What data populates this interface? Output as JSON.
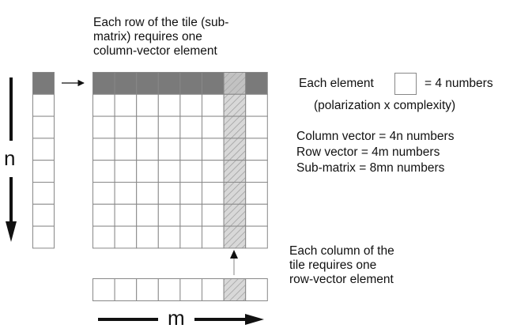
{
  "labels": {
    "row_note": "Each row of the tile (sub-\nmatrix) requires one\ncolumn-vector element",
    "element_prefix": "Each element",
    "element_suffix": "= 4 numbers",
    "element_note": "(polarization x complexity)",
    "col_vector": "Column vector = 4n numbers",
    "row_vector": "Row vector = 4m numbers",
    "sub_matrix": "Sub-matrix = 8mn numbers",
    "col_note": "Each column of the\ntile requires one\nrow-vector element",
    "n_axis": "n",
    "m_axis": "m"
  },
  "grid": {
    "columns": 8,
    "rows": 8,
    "column_vector_cells": 8,
    "row_vector_cells": 8,
    "highlighted_row": 1,
    "hatched_column": 7
  },
  "colors": {
    "cell_border": "#888888",
    "highlight_fill": "#7a7a7a",
    "hatch": "#999999",
    "text": "#111111",
    "arrow": "#111111"
  }
}
